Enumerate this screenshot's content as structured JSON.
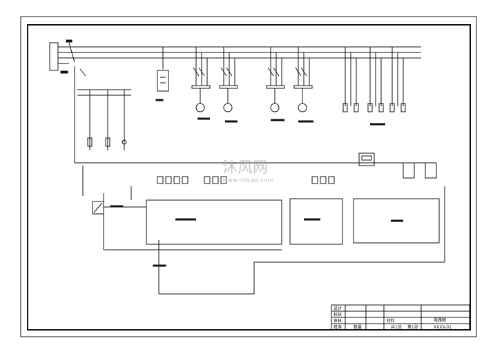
{
  "watermark": {
    "brand": "沐风网",
    "url": "www.mfcad.com"
  },
  "title_block": {
    "rows": [
      {
        "label": "设计"
      },
      {
        "label": "校核"
      },
      {
        "label": "审核"
      },
      {
        "label": "批准"
      }
    ],
    "meta": {
      "material_label": "材料",
      "drawing_title": "电路图",
      "drawing_code": "XXXX-01",
      "scale_label": "共1张",
      "sheet_label": "第1张",
      "qty_label": "数量"
    }
  },
  "colors": {
    "line": "#111111",
    "background": "#ffffff",
    "watermark": "#b0b0b0"
  }
}
